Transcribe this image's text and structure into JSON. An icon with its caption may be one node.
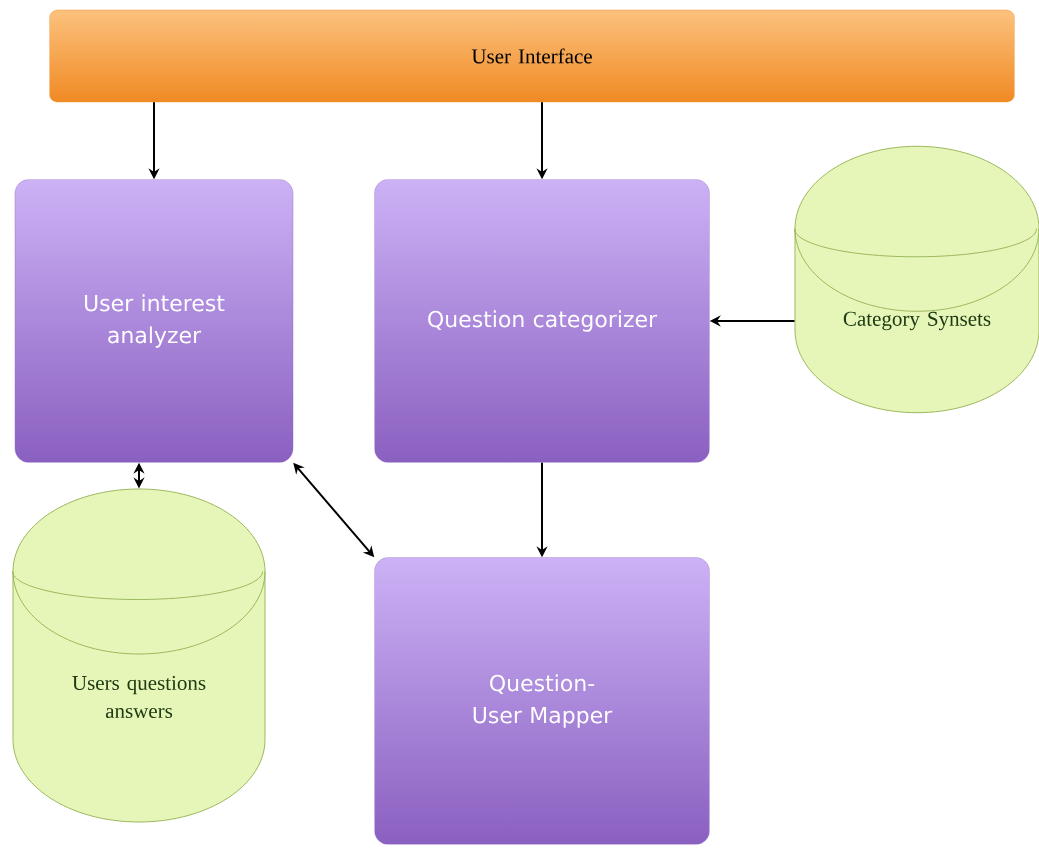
{
  "diagram": {
    "nodes": [
      {
        "text": [
          "User Interface"
        ]
      },
      {
        "text": [
          "User interest analyzer"
        ]
      },
      {
        "text": [
          "Question categorizer"
        ]
      },
      {
        "text": [
          "Category Synsets"
        ]
      },
      {
        "text": [
          "Users questions answers"
        ]
      },
      {
        "text": [
          "Question-User Mapper"
        ]
      }
    ],
    "edges": [
      {
        "from": 0,
        "to": 1,
        "arrow": "to"
      },
      {
        "from": 0,
        "to": 2,
        "arrow": "to"
      },
      {
        "from": 3,
        "to": 2,
        "arrow": "to"
      },
      {
        "from": 1,
        "to": 4,
        "arrow": "both"
      },
      {
        "from": 1,
        "to": 5,
        "arrow": "both"
      },
      {
        "from": 2,
        "to": 5,
        "arrow": "to"
      }
    ]
  }
}
